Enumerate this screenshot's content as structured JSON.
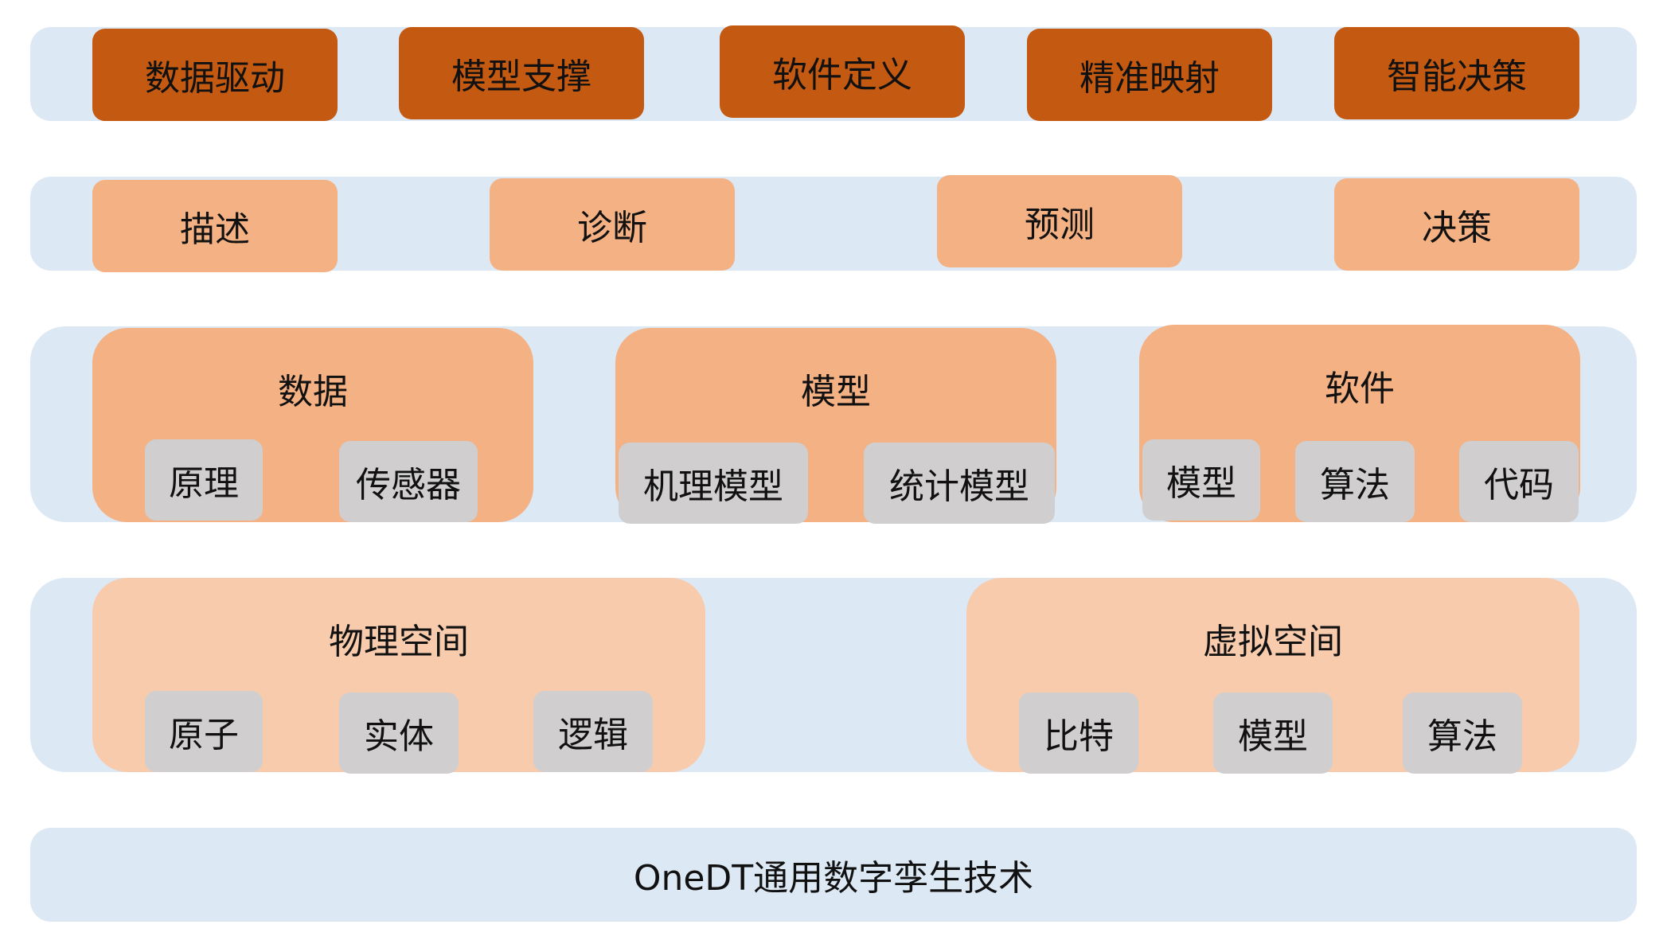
{
  "layer_goals": {
    "items": [
      {
        "label": "数据驱动"
      },
      {
        "label": "模型支撑"
      },
      {
        "label": "软件定义"
      },
      {
        "label": "精准映射"
      },
      {
        "label": "智能决策"
      }
    ]
  },
  "layer_capabilities": {
    "items": [
      {
        "label": "描述"
      },
      {
        "label": "诊断"
      },
      {
        "label": "预测"
      },
      {
        "label": "决策"
      }
    ]
  },
  "layer_elements": {
    "groups": [
      {
        "title": "数据",
        "items": [
          "原理",
          "传感器"
        ]
      },
      {
        "title": "模型",
        "items": [
          "机理模型",
          "统计模型"
        ]
      },
      {
        "title": "软件",
        "items": [
          "模型",
          "算法",
          "代码"
        ]
      }
    ]
  },
  "layer_spaces": {
    "groups": [
      {
        "title": "物理空间",
        "items": [
          "原子",
          "实体",
          "逻辑"
        ]
      },
      {
        "title": "虚拟空间",
        "items": [
          "比特",
          "模型",
          "算法"
        ]
      }
    ]
  },
  "foundation": {
    "label": "OneDT通用数字孪生技术"
  },
  "colors": {
    "band": "#dde8f5",
    "goal_box": "#c45911",
    "capability_box": "#f4b183",
    "element_group": "#f4b183",
    "space_group": "#f8cbad",
    "sub_item": "#d0cece"
  }
}
